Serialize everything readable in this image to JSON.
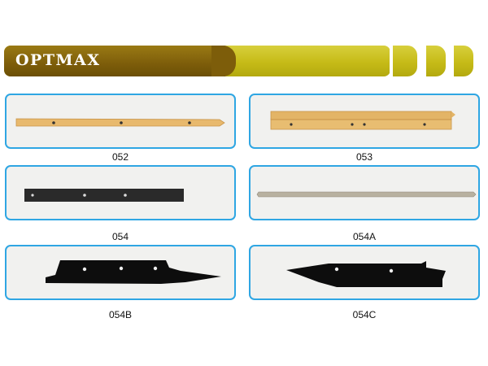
{
  "brand": {
    "title": "OPTMAX"
  },
  "products": [
    {
      "code": "052"
    },
    {
      "code": "053"
    },
    {
      "code": "054"
    },
    {
      "code": "054A"
    },
    {
      "code": "054B"
    },
    {
      "code": "054C"
    }
  ],
  "colors": {
    "banner_dark": "#7d5d0a",
    "banner_light": "#c6bb17",
    "card_border": "#2fa6e3",
    "wood": "#e6b86a",
    "blade": "#111111"
  }
}
